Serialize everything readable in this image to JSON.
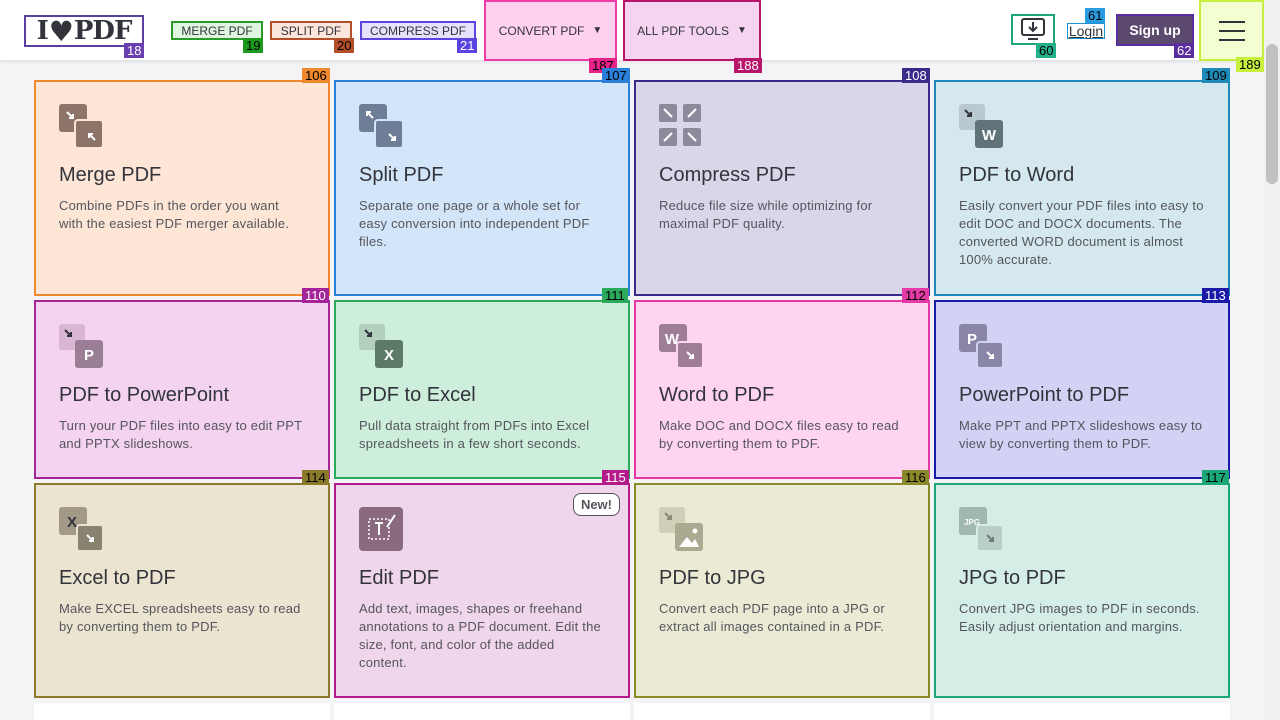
{
  "header": {
    "logo": {
      "left": "I",
      "heart": "♥",
      "right": "PDF"
    },
    "nav": {
      "merge": "MERGE PDF",
      "split": "SPLIT PDF",
      "compress": "COMPRESS PDF",
      "convert": "CONVERT PDF",
      "all_tools": "ALL PDF TOOLS",
      "caret": "▼"
    },
    "login": "Login",
    "signup": "Sign up"
  },
  "tags": {
    "logo": "18",
    "merge": "19",
    "split": "20",
    "compress": "21",
    "convert": "187",
    "all_tools": "188",
    "download": "60",
    "login": "61",
    "signup": "62",
    "menu": "189",
    "c106": "106",
    "c107": "107",
    "c108": "108",
    "c109": "109",
    "c110": "110",
    "c111": "111",
    "c112": "112",
    "c113": "113",
    "c114": "114",
    "c115": "115",
    "c116": "116",
    "c117": "117"
  },
  "tools": [
    {
      "title": "Merge PDF",
      "desc": "Combine PDFs in the order you want with the easiest PDF merger available."
    },
    {
      "title": "Split PDF",
      "desc": "Separate one page or a whole set for easy conversion into independent PDF files."
    },
    {
      "title": "Compress PDF",
      "desc": "Reduce file size while optimizing for maximal PDF quality."
    },
    {
      "title": "PDF to Word",
      "desc": "Easily convert your PDF files into easy to edit DOC and DOCX documents. The converted WORD document is almost 100% accurate.",
      "icon_letter": "W"
    },
    {
      "title": "PDF to PowerPoint",
      "desc": "Turn your PDF files into easy to edit PPT and PPTX slideshows.",
      "icon_letter": "P"
    },
    {
      "title": "PDF to Excel",
      "desc": "Pull data straight from PDFs into Excel spreadsheets in a few short seconds.",
      "icon_letter": "X"
    },
    {
      "title": "Word to PDF",
      "desc": "Make DOC and DOCX files easy to read by converting them to PDF.",
      "icon_letter": "W"
    },
    {
      "title": "PowerPoint to PDF",
      "desc": "Make PPT and PPTX slideshows easy to view by converting them to PDF.",
      "icon_letter": "P"
    },
    {
      "title": "Excel to PDF",
      "desc": "Make EXCEL spreadsheets easy to read by converting them to PDF.",
      "icon_letter": "X"
    },
    {
      "title": "Edit PDF",
      "desc": "Add text, images, shapes or freehand annotations to a PDF document. Edit the size, font, and color of the added content.",
      "badge": "New!"
    },
    {
      "title": "PDF to JPG",
      "desc": "Convert each PDF page into a JPG or extract all images contained in a PDF."
    },
    {
      "title": "JPG to PDF",
      "desc": "Convert JPG images to PDF in seconds. Easily adjust orientation and margins.",
      "icon_letter": "JPG"
    }
  ],
  "colors": {
    "merge": "#fde6d6",
    "split": "#d3e5f8",
    "compress": "#dad6ea",
    "word": "#d4e8ee",
    "ppt": "#f3d3f0",
    "excel": "#cdeedb",
    "word2pdf": "#fed4f1",
    "ppt2pdf": "#d3d1f4",
    "excel2pdf": "#ebe4d1",
    "edit": "#f0d6ea",
    "pdf2jpg": "#ebebd5",
    "jpg2pdf": "#d4ede6"
  }
}
